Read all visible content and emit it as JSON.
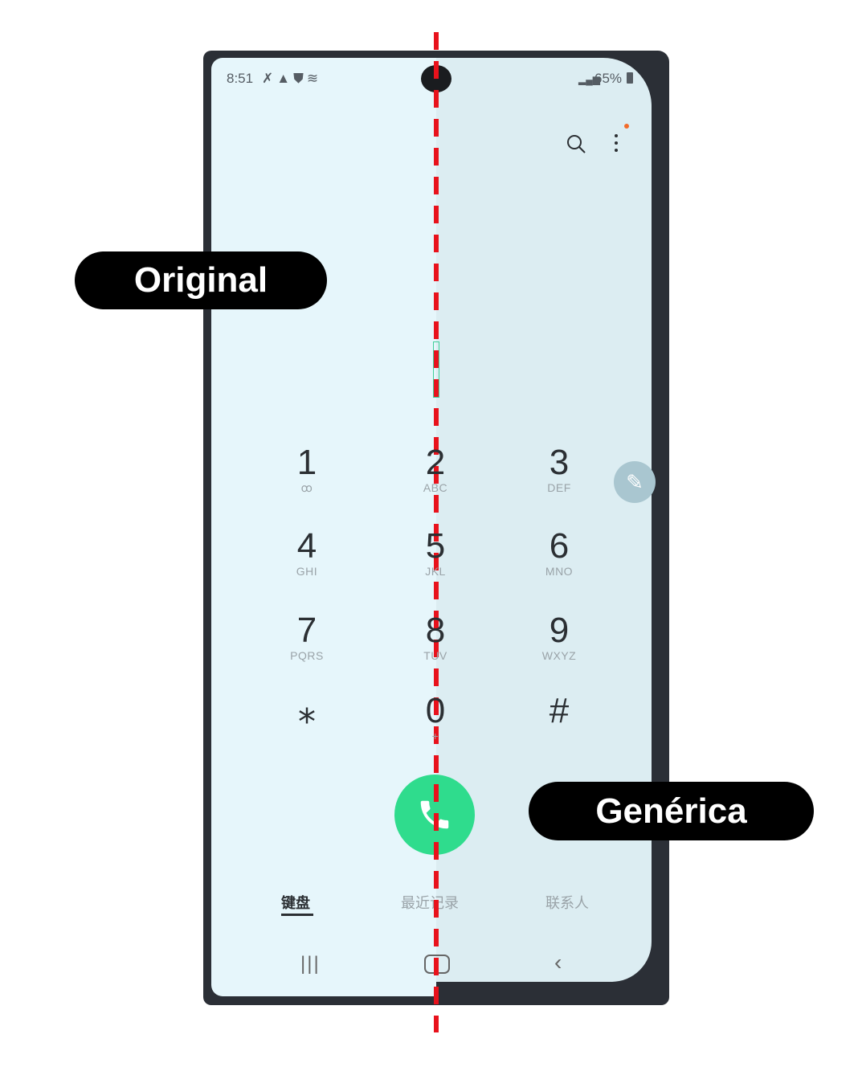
{
  "status_bar": {
    "time": "8:51",
    "battery": "65%",
    "icons": [
      "missed-call-icon",
      "warning-icon",
      "shield-icon",
      "wifi-icon",
      "signal-icon",
      "battery-icon"
    ]
  },
  "toolbar": {
    "icons": [
      "search-icon",
      "more-vert-icon"
    ],
    "notification_dot_color": "#f26b2a"
  },
  "keypad": [
    {
      "digit": "1",
      "letters": "ꝏ"
    },
    {
      "digit": "2",
      "letters": "ABC"
    },
    {
      "digit": "3",
      "letters": "DEF"
    },
    {
      "digit": "4",
      "letters": "GHI"
    },
    {
      "digit": "5",
      "letters": "JKL"
    },
    {
      "digit": "6",
      "letters": "MNO"
    },
    {
      "digit": "7",
      "letters": "PQRS"
    },
    {
      "digit": "8",
      "letters": "TUV"
    },
    {
      "digit": "9",
      "letters": "WXYZ"
    },
    {
      "digit": "⁎",
      "letters": ""
    },
    {
      "digit": "0",
      "letters": "+"
    },
    {
      "digit": "#",
      "letters": ""
    }
  ],
  "call_button_color": "#2fdc8d",
  "tabs": [
    {
      "label": "键盘",
      "active": true
    },
    {
      "label": "最近记录",
      "active": false
    },
    {
      "label": "联系人",
      "active": false
    }
  ],
  "labels": {
    "original": "Original",
    "generic": "Genérica"
  },
  "divider_color": "#e8121c"
}
